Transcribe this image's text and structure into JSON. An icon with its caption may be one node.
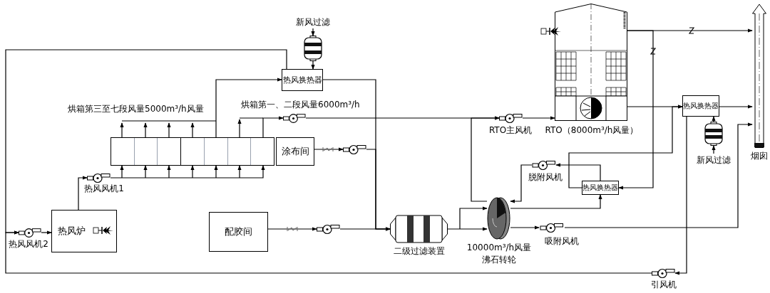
{
  "diagram": {
    "nodes": [
      {
        "text": [],
        "shape": "filter",
        "beside": [
          "新风过滤"
        ]
      },
      {
        "text": [
          "热风换热器"
        ]
      },
      {
        "text": [],
        "shape": "box"
      },
      {
        "text": [
          "涂布间"
        ]
      },
      {
        "text": [
          "热风炉"
        ]
      },
      {
        "text": [
          "配胶间"
        ]
      },
      {
        "text": [],
        "shape": "fan",
        "beside": [
          "热风风机1"
        ]
      },
      {
        "text": [],
        "shape": "fan",
        "beside": [
          "热风风机2"
        ]
      },
      {
        "text": [],
        "shape": "fan"
      },
      {
        "text": [],
        "shape": "fan"
      },
      {
        "text": [],
        "shape": "fan"
      },
      {
        "text": [],
        "shape": "filter",
        "beside": [
          "二级过滤装置"
        ]
      },
      {
        "text": [],
        "shape": "wheel",
        "beside": [
          "10000m³/h风量",
          "沸石转轮"
        ]
      },
      {
        "text": [],
        "shape": "fan",
        "beside": [
          "RTO主风机"
        ]
      },
      {
        "text": [],
        "shape": "tower",
        "beside": [
          "RTO（8000m³/h风量）"
        ]
      },
      {
        "text": [],
        "shape": "fan",
        "beside": [
          "脱附风机"
        ]
      },
      {
        "text": [
          "热风换热器"
        ]
      },
      {
        "text": [],
        "shape": "fan",
        "beside": [
          "吸附风机"
        ]
      },
      {
        "text": [
          "热风换热器"
        ]
      },
      {
        "text": [],
        "shape": "filter",
        "beside": [
          "新风过滤"
        ]
      },
      {
        "text": [],
        "shape": "chimney",
        "beside": [
          "烟囱"
        ]
      },
      {
        "text": [],
        "shape": "fan",
        "beside": [
          "引风机"
        ]
      }
    ],
    "edges": [
      {
        "from": null,
        "to": 0,
        "arrow": "to"
      },
      {
        "from": 0,
        "to": 1,
        "arrow": "to"
      },
      {
        "from": 2,
        "to": 1,
        "arrow": "to"
      },
      {
        "from": 1,
        "to": 11,
        "arrow": "to"
      },
      {
        "from": 1,
        "to": 7,
        "arrow": "to"
      },
      {
        "from": 7,
        "to": 4,
        "arrow": "to"
      },
      {
        "from": 4,
        "to": 6,
        "arrow": "to"
      },
      {
        "from": 6,
        "to": 2,
        "arrow": "to"
      },
      {
        "from": 2,
        "to": 8,
        "arrow": "to"
      },
      {
        "from": 8,
        "to": 13,
        "arrow": "to"
      },
      {
        "from": 3,
        "to": 9,
        "arrow": "to"
      },
      {
        "from": 9,
        "to": 11,
        "arrow": "to"
      },
      {
        "from": 5,
        "to": 10,
        "arrow": "to"
      },
      {
        "from": 10,
        "to": 11,
        "arrow": "to"
      },
      {
        "from": 11,
        "to": 12,
        "arrow": "to"
      },
      {
        "from": 12,
        "to": 13,
        "arrow": "to"
      },
      {
        "from": 12,
        "to": 16,
        "arrow": "to"
      },
      {
        "from": 16,
        "to": 15,
        "arrow": "to"
      },
      {
        "from": 15,
        "to": 12,
        "arrow": "to"
      },
      {
        "from": 12,
        "to": 17,
        "arrow": "to"
      },
      {
        "from": 17,
        "to": 20,
        "arrow": "to"
      },
      {
        "from": 13,
        "to": 14,
        "arrow": "to"
      },
      {
        "from": 14,
        "to": 20,
        "arrow": "to"
      },
      {
        "from": 14,
        "to": 16,
        "arrow": "to"
      },
      {
        "from": 16,
        "to": 18,
        "arrow": "to"
      },
      {
        "from": 14,
        "to": 18,
        "arrow": "to"
      },
      {
        "from": 18,
        "to": 20,
        "arrow": "to"
      },
      {
        "from": null,
        "to": 19,
        "arrow": "to"
      },
      {
        "from": 19,
        "to": 18,
        "arrow": "to"
      },
      {
        "from": 18,
        "to": 21,
        "arrow": "to"
      },
      {
        "from": 21,
        "to": 7,
        "arrow": "to"
      }
    ],
    "labels": [
      "烘箱第三至七段风量5000m³/h风量",
      "烘箱第一、二段风量6000m³/h"
    ]
  }
}
